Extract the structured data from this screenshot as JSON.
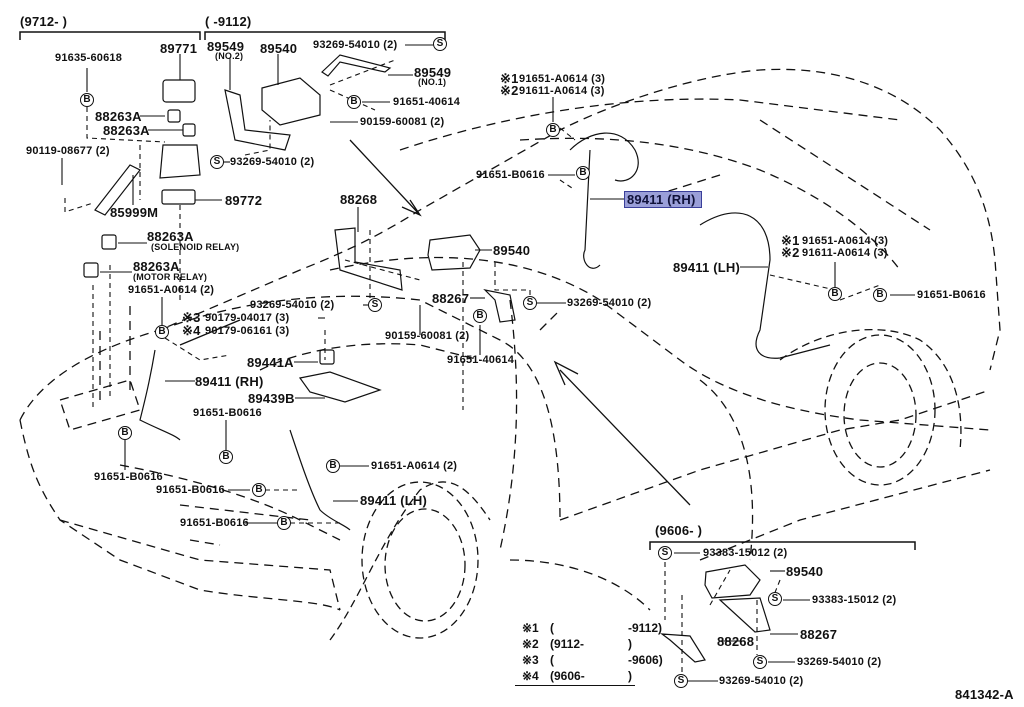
{
  "diagram": {
    "id_code": "841342-A",
    "highlight_color": "#9a9fd8",
    "highlight_border": "#3a3f9a",
    "groups": {
      "g9712": {
        "range": "(9712-        )"
      },
      "g9112": {
        "range": "(        -9112)"
      },
      "g9606": {
        "range": "(9606-        )"
      }
    },
    "labels": {
      "l91635": "91635-60618",
      "l89771": "89771",
      "l88263a_1": "88263A",
      "l88263a_2": "88263A",
      "l90119": "90119-08677 (2)",
      "l85999m": "85999M",
      "l89772": "89772",
      "l88263a_sol": "88263A",
      "l88263a_sol_sub": "(SOLENOID RELAY)",
      "l88263a_mot": "88263A",
      "l88263a_mot_sub": "(MOTOR RELAY)",
      "l89549_no2": "89549",
      "l89549_no2_sub": "(NO.2)",
      "l89540_top": "89540",
      "l93269_top": "93269-54010 (2)",
      "l89549_no1": "89549",
      "l89549_no1_sub": "(NO.1)",
      "l91651_40614_top": "91651-40614",
      "l90159_top": "90159-60081 (2)",
      "l93269_top2": "93269-54010 (2)",
      "l88268_mid": "88268",
      "l89540_mid": "89540",
      "l88267_mid": "88267",
      "l93269_mid_l": "93269-54010 (2)",
      "l93269_mid_r": "93269-54010 (2)",
      "l90159_mid": "90159-60081 (2)",
      "l91651_40614_mid": "91651-40614",
      "l91651_a0614_2_l": "91651-A0614 (2)",
      "l90179_3_mk": "※3",
      "l90179_3": "90179-04017 (3)",
      "l90179_4_mk": "※4",
      "l90179_4": "90179-06161 (3)",
      "l89441a": "89441A",
      "l89411rh_l": "89411 (RH)",
      "l89439b": "89439B",
      "l91651_b0616_a": "91651-B0616",
      "l91651_b0616_b": "91651-B0616",
      "l91651_b0616_c": "91651-B0616",
      "l91651_b0616_d": "91651-B0616",
      "l91651_a0614_2_r": "91651-A0614 (2)",
      "l89411lh_front": "89411 (LH)",
      "l_rear_1_mk": "※1",
      "l_rear_1": "91651-A0614 (3)",
      "l_rear_2_mk": "※2",
      "l_rear_2": "91611-A0614 (3)",
      "l91651_b0616_rear": "91651-B0616",
      "l89411rh_highlight": "89411 (RH)",
      "l89411lh_rear": "89411 (LH)",
      "l_rearlh_1_mk": "※1",
      "l_rearlh_1": "91651-A0614 (3)",
      "l_rearlh_2_mk": "※2",
      "l_rearlh_2": "91611-A0614 (3)",
      "l91651_b0616_rearlh": "91651-B0616",
      "l93383_a": "93383-15012 (2)",
      "l89540_bot": "89540",
      "l93383_b": "93383-15012 (2)",
      "l88267_bot": "88267",
      "l88268_bot": "88268",
      "l93269_bot_a": "93269-54010 (2)",
      "l93269_bot_b": "93269-54010 (2)"
    },
    "fastener_markers": {
      "bolt": "B",
      "screw": "S"
    },
    "legend": [
      {
        "mark": "※1",
        "range_start": "(",
        "range_end": "-9112)"
      },
      {
        "mark": "※2",
        "range_start": "(9112-",
        "range_end": ")"
      },
      {
        "mark": "※3",
        "range_start": "(",
        "range_end": "-9606)"
      },
      {
        "mark": "※4",
        "range_start": "(9606-",
        "range_end": ")"
      }
    ]
  }
}
